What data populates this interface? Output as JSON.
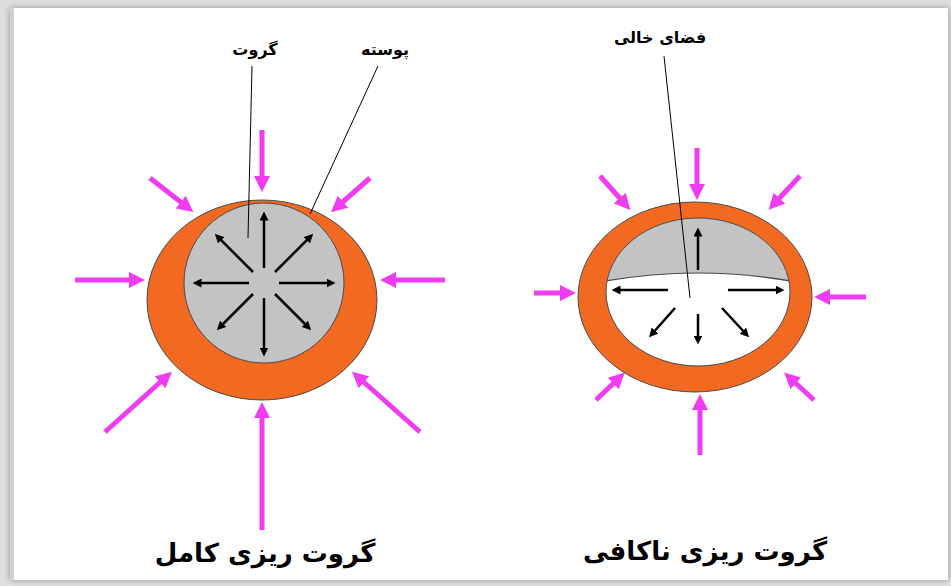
{
  "diagram": {
    "nodes": [
      {
        "text": [
          "گروت ریزی کامل"
        ]
      },
      {
        "text": [
          "گروت ریزی ناکافی"
        ]
      }
    ],
    "labels": [
      "گروت",
      "پوسته",
      "فضای خالی"
    ]
  }
}
